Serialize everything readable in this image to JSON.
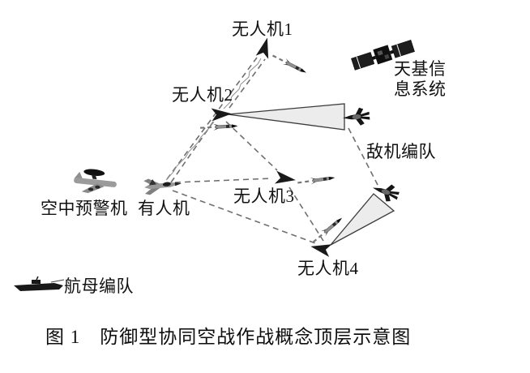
{
  "figure": {
    "caption": "图 1　防御型协同空战作战概念顶层示意图",
    "labels": {
      "uav1": "无人机1",
      "uav2": "无人机2",
      "uav3": "无人机3",
      "uav4": "无人机4",
      "manned": "有人机",
      "awacs": "空中预警机",
      "satellite_line1": "天基信",
      "satellite_line2": "息系统",
      "enemy_formation": "敌机编队",
      "carrier": "航母编队"
    },
    "colors": {
      "background": "#ffffff",
      "text": "#111111",
      "link_dash": "#6f6f6f",
      "wavy_link": "#909090",
      "icon_dark": "#1a1a1a",
      "icon_gray": "#9b9b9b",
      "beam_fill": "#ececec",
      "beam_stroke": "#3c3c3c"
    }
  }
}
